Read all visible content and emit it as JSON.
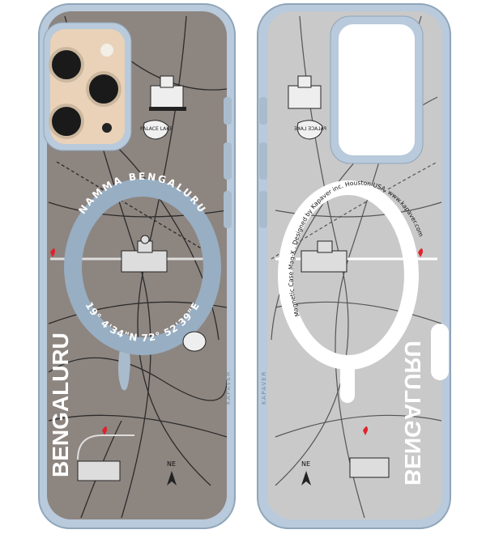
{
  "product": {
    "brand": "KAPAVER",
    "front_case": {
      "ring_top_text": "NAMMA BENGALURU",
      "ring_bottom_text": "19° 4'34\"N 72° 52'39\"E",
      "city_text": "BENGALURU",
      "lake_label": "PALACE LAKE",
      "compass_label": "NE",
      "brand_side_text": "KAPAVER"
    },
    "back_case": {
      "ring_text": "Magnetic Case Mag-X . Designed by Kapaver inc. Houston USA. www.kapaver.com",
      "city_text_mirrored": "BENGALURU",
      "lake_label_mirrored": "PALACE LAKE",
      "compass_label": "NE",
      "brand_side_text": "KAPAVER"
    },
    "colors": {
      "bumper": "#b8cadb",
      "front_map_bg": "#8d8580",
      "back_map_bg": "#c9c9c9",
      "ring_front": "#98aec3",
      "pin": "#e0212b",
      "phone_gold": "#e9d2b8"
    }
  }
}
